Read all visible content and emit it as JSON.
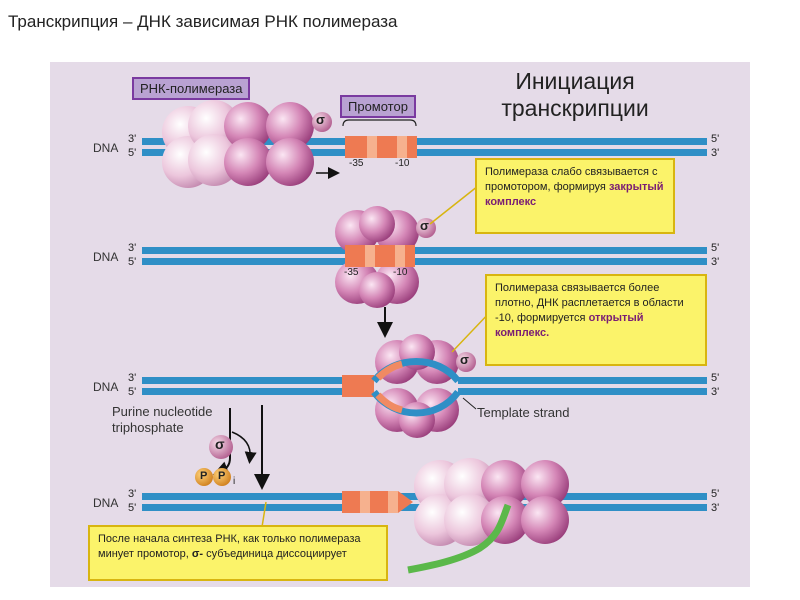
{
  "page": {
    "title": "Транскрипция – ДНК зависимая РНК полимераза"
  },
  "diagram": {
    "stage_title": "Инициация\nтранскрипции",
    "polymerase_label": "РНК-полимераза",
    "promoter_label": "Промотор",
    "dna_label": "DNA",
    "end_3": "3'",
    "end_5": "5'",
    "minus35": "-35",
    "minus10": "-10",
    "sigma": "σ",
    "purine_text": "Purine nucleotide\ntriphosphate",
    "template_strand": "Template strand",
    "p": "P",
    "i": "i",
    "callouts": {
      "closed": {
        "text": "Полимераза слабо связывается с промотором, формируя ",
        "highlight": "закрытый комплекс"
      },
      "open": {
        "text": "Полимераза связывается более плотно, ДНК расплетается в области -10, формируется ",
        "highlight": "открытый комплекс."
      },
      "release": {
        "text": "После начала синтеза РНК, как только полимераза минует промотор, ",
        "highlight": "σ-",
        "text_after": "субъединица диссоциирует"
      }
    }
  },
  "colors": {
    "panel_bg": "#e5dbe8",
    "dna_blue": "#2f8fc6",
    "promoter_orange": "#ee7a52",
    "polymerase_pink": "#d68ab8",
    "callout_yellow": "#fbf36a",
    "rna_green": "#5bb84a"
  }
}
